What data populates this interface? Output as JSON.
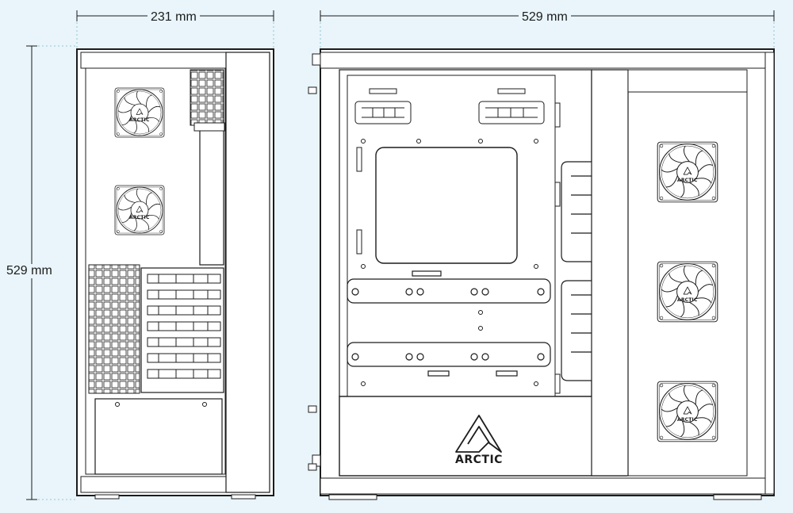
{
  "dimensions": {
    "width_front": "231 mm",
    "width_side": "529 mm",
    "height": "529 mm"
  },
  "brand": {
    "logo_text": "ARCTIC"
  },
  "colors": {
    "background": "#e9f5fa",
    "line": "#1c1c1c",
    "panel": "#ffffff"
  }
}
